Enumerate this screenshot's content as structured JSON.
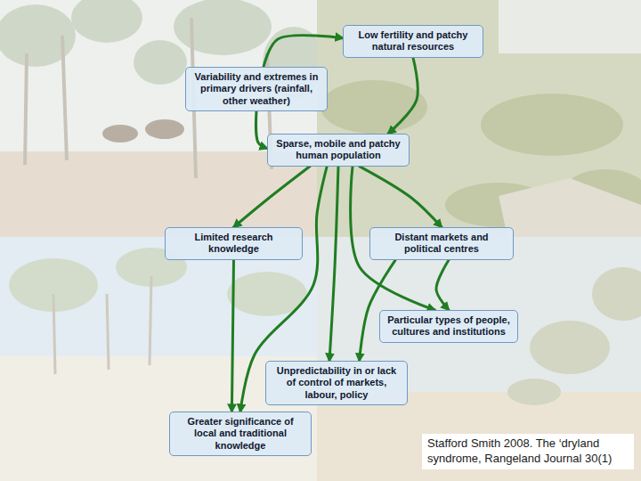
{
  "diagram": {
    "caption": "Stafford Smith 2008. The ‘dryland syndrome, Rangeland Journal 30(1)",
    "nodes": [
      {
        "text": [
          "Low fertility and patchy natural resources"
        ]
      },
      {
        "text": [
          "Variability and extremes in primary drivers (rainfall, other weather)"
        ]
      },
      {
        "text": [
          "Sparse, mobile and patchy human population"
        ]
      },
      {
        "text": [
          "Limited research knowledge"
        ]
      },
      {
        "text": [
          "Distant markets and political centres"
        ]
      },
      {
        "text": [
          "Particular types of people, cultures and institutions"
        ]
      },
      {
        "text": [
          "Unpredictability in or lack of control of markets, labour, policy"
        ]
      },
      {
        "text": [
          "Greater significance of local and traditional knowledge"
        ]
      }
    ],
    "edges": [
      {
        "from": 1,
        "to": 0,
        "arrow": "to"
      },
      {
        "from": 0,
        "to": 2,
        "arrow": "to"
      },
      {
        "from": 1,
        "to": 2,
        "arrow": "to"
      },
      {
        "from": 2,
        "to": 3,
        "arrow": "to"
      },
      {
        "from": 2,
        "to": 4,
        "arrow": "to"
      },
      {
        "from": 2,
        "to": 5,
        "arrow": "to"
      },
      {
        "from": 2,
        "to": 6,
        "arrow": "to"
      },
      {
        "from": 2,
        "to": 7,
        "arrow": "to"
      },
      {
        "from": 3,
        "to": 7,
        "arrow": "to"
      },
      {
        "from": 4,
        "to": 5,
        "arrow": "to"
      },
      {
        "from": 4,
        "to": 6,
        "arrow": "to"
      }
    ]
  }
}
